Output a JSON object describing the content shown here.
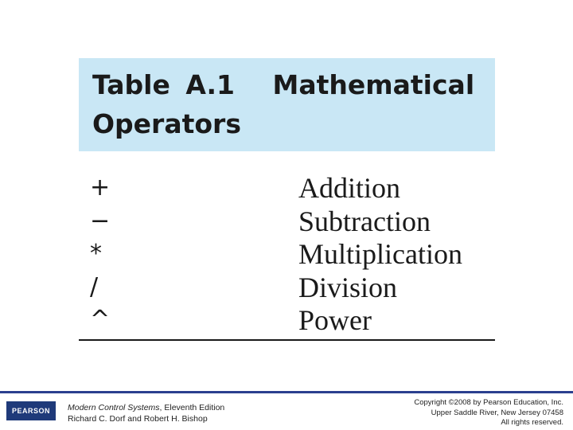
{
  "title": {
    "label": "Table",
    "number": "A.1",
    "line1_rest": "Mathematical",
    "line2": "Operators"
  },
  "operators": [
    {
      "symbol": "+",
      "name": "Addition"
    },
    {
      "symbol": "−",
      "name": "Subtraction"
    },
    {
      "symbol": "*",
      "name": "Multiplication"
    },
    {
      "symbol": "/",
      "name": "Division"
    },
    {
      "symbol": "^",
      "name": "Power"
    }
  ],
  "footer": {
    "logo": "PEARSON",
    "book_title": "Modern Control Systems",
    "edition": ", Eleventh Edition",
    "authors": "Richard C. Dorf and Robert H. Bishop",
    "copyright": "Copyright ©2008 by Pearson Education, Inc.",
    "address": "Upper Saddle River, New Jersey 07458",
    "rights": "All rights reserved."
  },
  "colors": {
    "title_background": "#c9e7f5",
    "footer_line": "#2b3f8f",
    "logo_background": "#1f3a7a"
  }
}
